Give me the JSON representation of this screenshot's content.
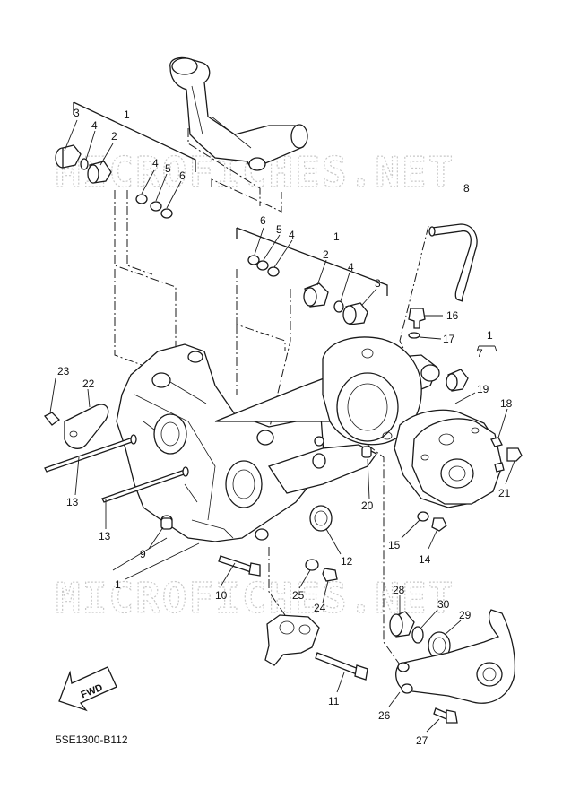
{
  "watermark": {
    "text": "MICROFICHES.NET"
  },
  "diagram_code": "5SE1300-B112",
  "fwd_label": "FWD",
  "callouts": [
    {
      "id": "c1a",
      "label": "1"
    },
    {
      "id": "c2a",
      "label": "2"
    },
    {
      "id": "c3a",
      "label": "3"
    },
    {
      "id": "c4a",
      "label": "4"
    },
    {
      "id": "c4b",
      "label": "4"
    },
    {
      "id": "c5a",
      "label": "5"
    },
    {
      "id": "c6a",
      "label": "6"
    },
    {
      "id": "c1b",
      "label": "1"
    },
    {
      "id": "c6b",
      "label": "6"
    },
    {
      "id": "c5b",
      "label": "5"
    },
    {
      "id": "c4c",
      "label": "4"
    },
    {
      "id": "c2b",
      "label": "2"
    },
    {
      "id": "c4d",
      "label": "4"
    },
    {
      "id": "c3b",
      "label": "3"
    },
    {
      "id": "c8",
      "label": "8"
    },
    {
      "id": "c16",
      "label": "16"
    },
    {
      "id": "c17",
      "label": "17"
    },
    {
      "id": "c1c",
      "label": "1"
    },
    {
      "id": "c7",
      "label": "7"
    },
    {
      "id": "c19",
      "label": "19"
    },
    {
      "id": "c18",
      "label": "18"
    },
    {
      "id": "c23",
      "label": "23"
    },
    {
      "id": "c22",
      "label": "22"
    },
    {
      "id": "c13a",
      "label": "13"
    },
    {
      "id": "c13b",
      "label": "13"
    },
    {
      "id": "c9",
      "label": "9"
    },
    {
      "id": "c1d",
      "label": "1"
    },
    {
      "id": "c20",
      "label": "20"
    },
    {
      "id": "c21",
      "label": "21"
    },
    {
      "id": "c15",
      "label": "15"
    },
    {
      "id": "c14",
      "label": "14"
    },
    {
      "id": "c12",
      "label": "12"
    },
    {
      "id": "c10",
      "label": "10"
    },
    {
      "id": "c25",
      "label": "25"
    },
    {
      "id": "c24",
      "label": "24"
    },
    {
      "id": "c28",
      "label": "28"
    },
    {
      "id": "c30",
      "label": "30"
    },
    {
      "id": "c29",
      "label": "29"
    },
    {
      "id": "c11",
      "label": "11"
    },
    {
      "id": "c26",
      "label": "26"
    },
    {
      "id": "c27",
      "label": "27"
    }
  ]
}
